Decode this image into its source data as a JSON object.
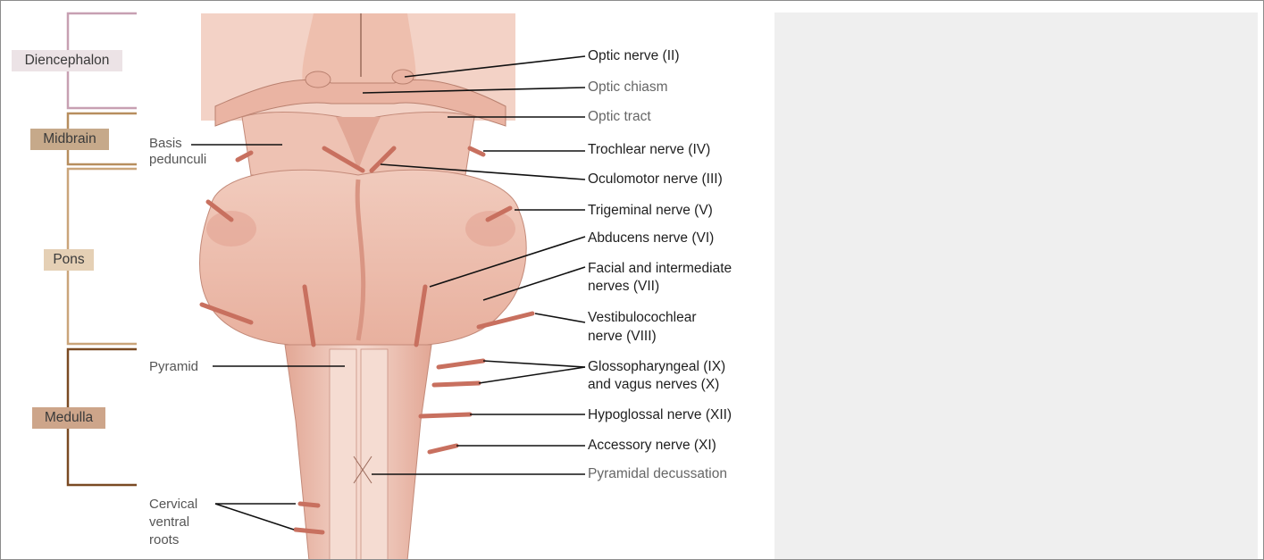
{
  "regions": {
    "diencephalon": "Diencephalon",
    "midbrain": "Midbrain",
    "pons": "Pons",
    "medulla": "Medulla"
  },
  "labels_right": {
    "optic_nerve": "Optic nerve (II)",
    "optic_chiasm": "Optic chiasm",
    "optic_tract": "Optic tract",
    "trochlear": "Trochlear nerve (IV)",
    "oculomotor": "Oculomotor nerve (III)",
    "trigeminal": "Trigeminal nerve (V)",
    "abducens": "Abducens nerve (VI)",
    "facial_line1": "Facial and intermediate",
    "facial_line2": "nerves (VII)",
    "vestibulo_line1": "Vestibulocochlear",
    "vestibulo_line2": "nerve (VIII)",
    "glosso_line1": "Glossopharyngeal (IX)",
    "glosso_line2": "and vagus nerves (X)",
    "hypoglossal": "Hypoglossal nerve (XII)",
    "accessory": "Accessory nerve (XI)",
    "pyramidal_decussation": "Pyramidal decussation"
  },
  "labels_left": {
    "basis_line1": "Basis",
    "basis_line2": "pedunculi",
    "pyramid": "Pyramid",
    "cervical_line1": "Cervical",
    "cervical_line2": "ventral",
    "cervical_line3": "roots"
  },
  "colors": {
    "tissue_light": "#f3d2c6",
    "tissue_mid": "#e9b3a2",
    "tissue_dark": "#d98d7a",
    "nerve": "#c8705f",
    "diencephalon_bracket": "#c7a0b2",
    "midbrain_bracket": "#b78e5e",
    "pons_bracket": "#caa57a",
    "medulla_bracket": "#7a4a23"
  }
}
